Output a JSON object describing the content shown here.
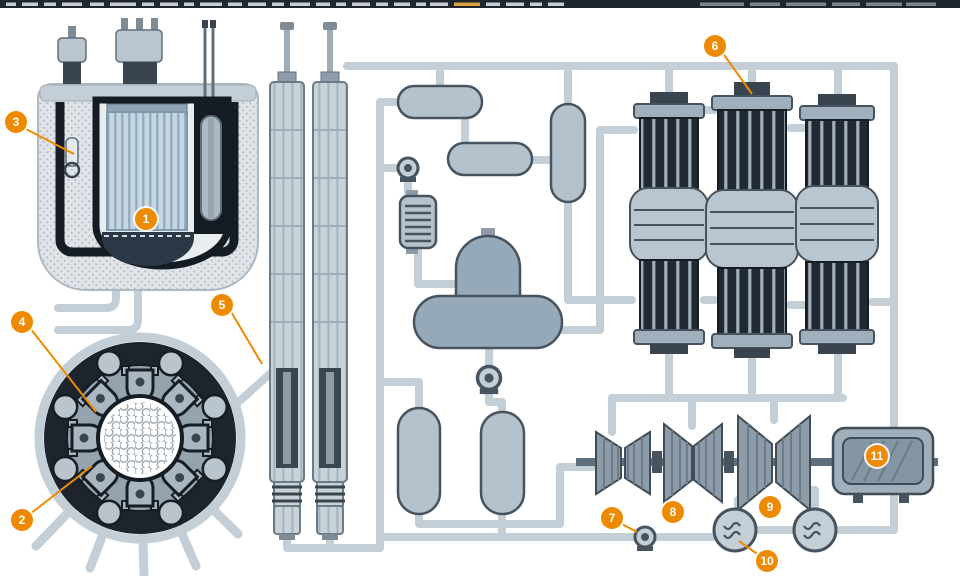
{
  "diagram": {
    "callouts": {
      "c1": "1",
      "c2": "2",
      "c3": "3",
      "c4": "4",
      "c5": "5",
      "c6": "6",
      "c7": "7",
      "c8": "8",
      "c9": "9",
      "c10": "10",
      "c11": "11"
    },
    "colors": {
      "accent_orange": "#ee8a00",
      "pipe_gray": "#c3ced6",
      "dark_navy": "#1d242c",
      "mid_gray": "#8d9ca8",
      "light_gray": "#b9c6d0",
      "background": "#ffffff"
    }
  }
}
